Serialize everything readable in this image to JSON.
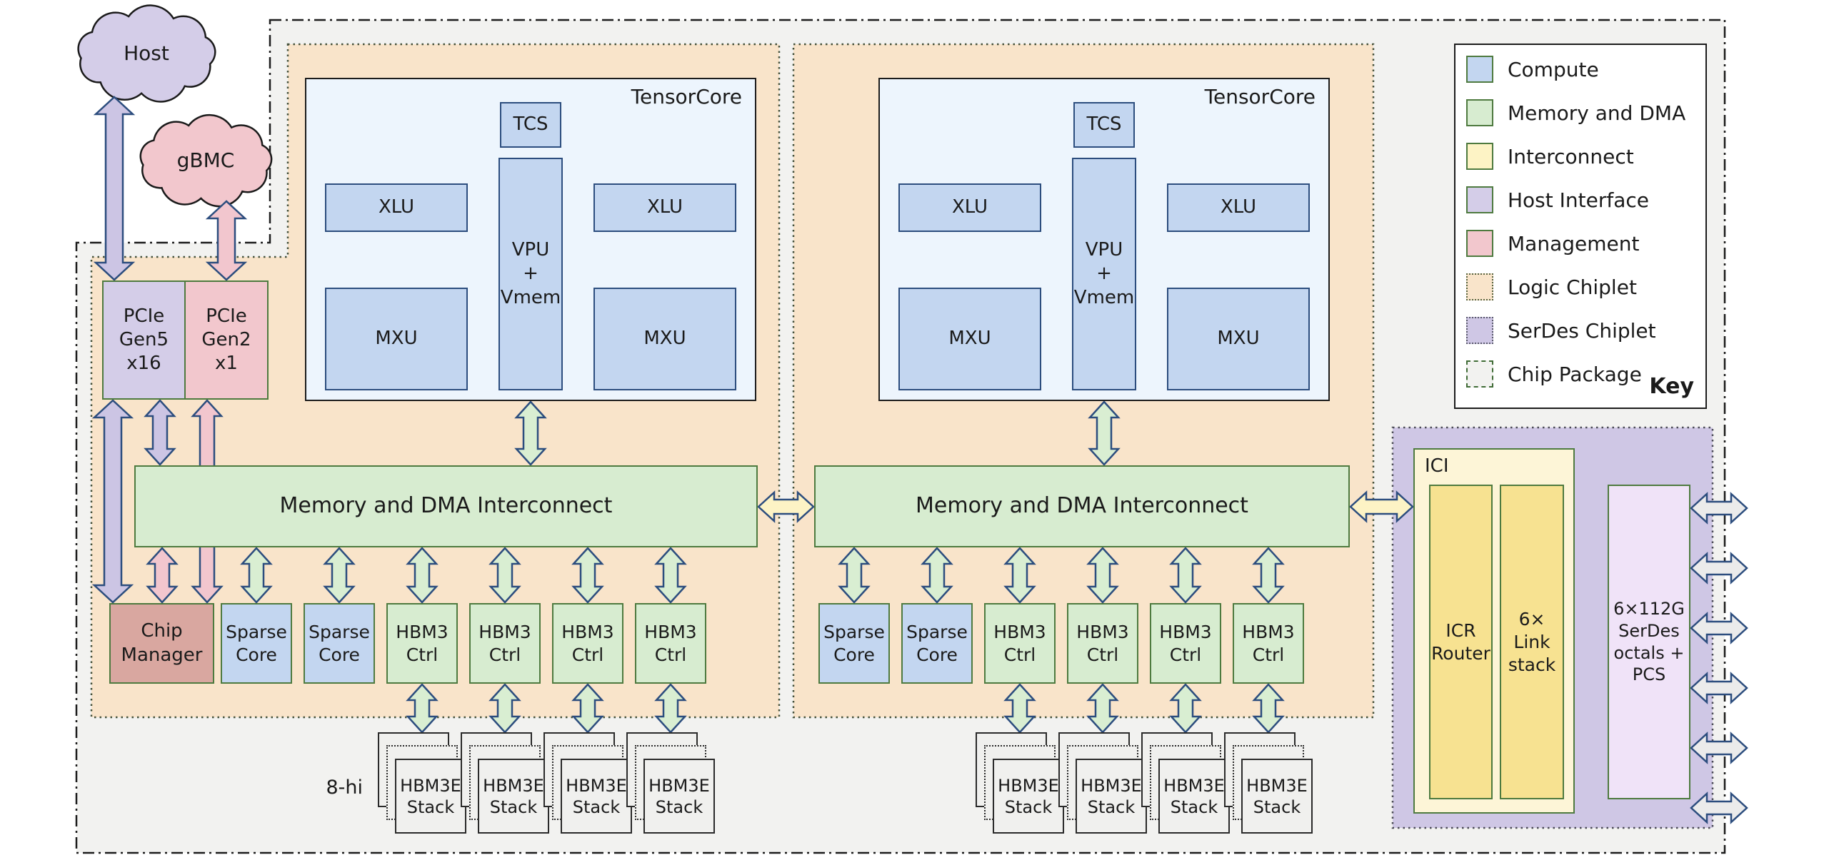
{
  "palette": {
    "compute": "#c3d6f0",
    "memory": "#d7ecd0",
    "ici_bg": "#fdf5d7",
    "interconnect_yellow": "#f7e291",
    "host": "#d4cde8",
    "management": "#f2c7cd",
    "chip_manager": "#d9a7a0",
    "logic_chiplet": "#f9e4ca",
    "serdes_chiplet": "#cfc7e5",
    "serdes_box": "#f0e3f8",
    "package": "#f2f2f0",
    "tensorcore_bg": "#edf5fd",
    "stack": "#f0f0ee",
    "box_border_green": "#4e7a3f",
    "box_border_navy": "#2c4d7e",
    "arrow_green": "#d9eed2",
    "arrow_purple": "#ccc5e4",
    "arrow_pink": "#f2c6ce",
    "arrow_yellow": "#fdf3c5",
    "arrow_blue": "#c3d6f0",
    "arrow_grey": "#ebebeb",
    "arrow_stroke": "#2c4d7e",
    "outline_dark": "#1c1c1c",
    "chiplet_dots": "#44503a",
    "serdes_dots": "#4a4a55",
    "text": "#1a1a1a"
  },
  "clouds": {
    "host": "Host",
    "gbmc": "gBMC"
  },
  "host_interface": {
    "pcie_gen5": "PCIe\nGen5\nx16",
    "pcie_gen2": "PCIe\nGen2\nx1"
  },
  "tensorcore": {
    "title": "TensorCore",
    "tcs": "TCS",
    "xlu": "XLU",
    "vpu": "VPU\n+\nVmem",
    "mxu": "MXU"
  },
  "interconnect": {
    "bar_label": "Memory and DMA Interconnect"
  },
  "logic_blocks": {
    "chip_manager": "Chip\nManager",
    "sparse_core": "Sparse\nCore",
    "hbm3_ctrl": "HBM3\nCtrl"
  },
  "hbm": {
    "stack_label": "HBM3E\nStack",
    "height_label": "8-hi"
  },
  "ici": {
    "title": "ICI",
    "icr_router": "ICR\nRouter",
    "link_stack": "6×\nLink\nstack"
  },
  "serdes": {
    "label": "6×112G\nSerDes\noctals +\nPCS"
  },
  "legend": {
    "title": "Key",
    "items": [
      {
        "label": "Compute",
        "fill": "#c3d6f0",
        "border_style": "solid",
        "border_color": "#4e7a3f"
      },
      {
        "label": "Memory and DMA",
        "fill": "#d7ecd0",
        "border_style": "solid",
        "border_color": "#4e7a3f"
      },
      {
        "label": "Interconnect",
        "fill": "#fdf3c5",
        "border_style": "solid",
        "border_color": "#4e7a3f"
      },
      {
        "label": "Host Interface",
        "fill": "#d4cde8",
        "border_style": "solid",
        "border_color": "#4e7a3f"
      },
      {
        "label": "Management",
        "fill": "#f2c7cd",
        "border_style": "solid",
        "border_color": "#4e7a3f"
      },
      {
        "label": "Logic Chiplet",
        "fill": "#f9e4ca",
        "border_style": "dotted",
        "border_color": "#56633f"
      },
      {
        "label": "SerDes Chiplet",
        "fill": "#cfc7e5",
        "border_style": "dotted",
        "border_color": "#5a5a6b"
      },
      {
        "label": "Chip Package",
        "fill": "#f2f2f0",
        "border_style": "dashed",
        "border_color": "#3f6b35"
      }
    ]
  }
}
